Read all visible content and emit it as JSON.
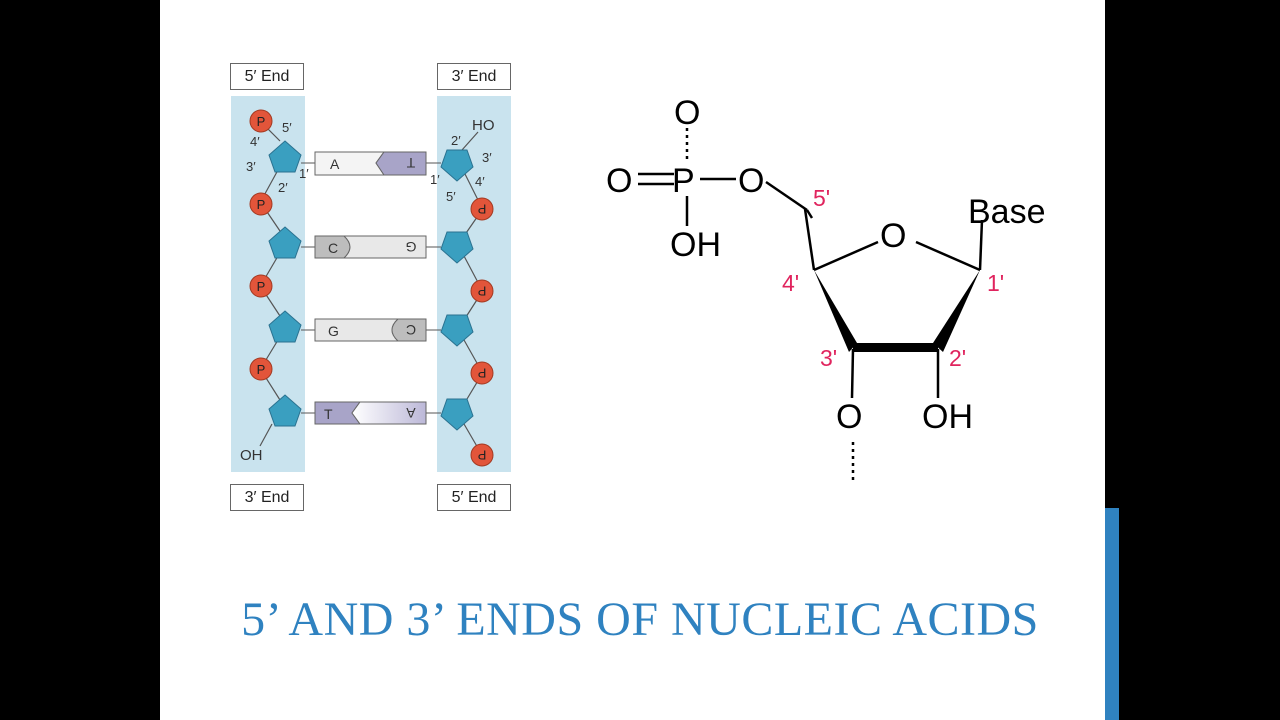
{
  "title": "5’ AND 3’ ENDS OF NUCLEIC ACIDS",
  "strand_diagram": {
    "left_top_label": "5′ End",
    "right_top_label": "3′ End",
    "left_bottom_label": "3′ End",
    "right_bottom_label": "5′ End",
    "phosphate_symbol": "P",
    "left_terminal_group": "OH",
    "right_terminal_group": "HO",
    "carbon_labels": {
      "c1": "1′",
      "c2": "2′",
      "c3": "3′",
      "c4": "4′",
      "c5": "5′"
    },
    "base_pairs": [
      {
        "left": "A",
        "right": "T"
      },
      {
        "left": "C",
        "right": "G"
      },
      {
        "left": "G",
        "right": "C"
      },
      {
        "left": "T",
        "right": "A"
      }
    ]
  },
  "structure": {
    "phosphate_atom": "P",
    "oxygen": "O",
    "hydroxyl": "OH",
    "base_label": "Base",
    "carbon_labels": {
      "c1": "1'",
      "c2": "2'",
      "c3": "3'",
      "c4": "4'",
      "c5": "5'"
    }
  },
  "colors": {
    "title": "#2f82c0",
    "accent_bar": "#2f82c0",
    "strand_bg": "#c9e3ee",
    "sugar": "#3a9fc0",
    "phosphate": "#e2553a",
    "carbon_label": "#e0245e",
    "bar_purple": "#a8a4c8",
    "bar_gray": "#bdbdbd"
  }
}
